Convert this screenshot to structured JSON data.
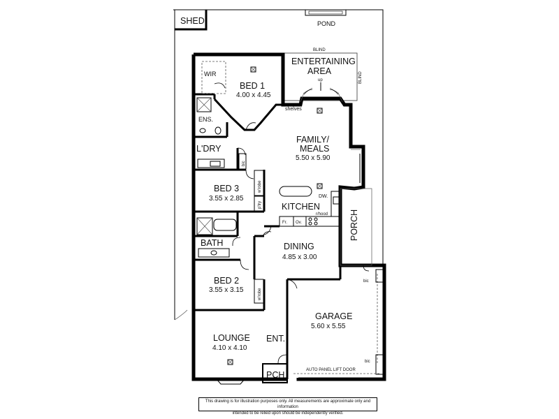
{
  "labels": {
    "shed": "SHED",
    "pond": "POND",
    "blind_top": "BLIND",
    "blind_side": "BLIND",
    "entertaining": [
      "ENTERTAINING",
      "AREA"
    ],
    "up": "up",
    "shelves": "shelves",
    "wir": "WIR",
    "ens": "ENS.",
    "laundry": "L'DRY",
    "bic": "bic",
    "wrobe": "w'robe",
    "ptry": "p'try",
    "dw": "DW.",
    "rhood": "r/hood",
    "fr": "Fr.",
    "ov": "Ov.",
    "bath": "BATH",
    "porch": "PORCH",
    "ent": "ENT.",
    "pch": "PCH",
    "auto_door": "AUTO PANEL LIFT DOOR"
  },
  "rooms": {
    "bed1": {
      "name": "BED 1",
      "dims": "4.00 x 4.45"
    },
    "family": {
      "name": [
        "FAMILY/",
        "MEALS"
      ],
      "dims": "5.50 x 5.90"
    },
    "bed3": {
      "name": "BED 3",
      "dims": "3.55 x 2.85"
    },
    "kitchen": {
      "name": "KITCHEN"
    },
    "dining": {
      "name": "DINING",
      "dims": "4.85 x 3.00"
    },
    "bed2": {
      "name": "BED 2",
      "dims": "3.55 x 3.15"
    },
    "garage": {
      "name": "GARAGE",
      "dims": "5.60 x 5.55"
    },
    "lounge": {
      "name": "LOUNGE",
      "dims": "4.10 x 4.10"
    }
  },
  "disclaimer": [
    "This drawing is for illustration purposes only. All measurements are approximate only and information",
    "intended to be relied upon should be independently verified."
  ]
}
